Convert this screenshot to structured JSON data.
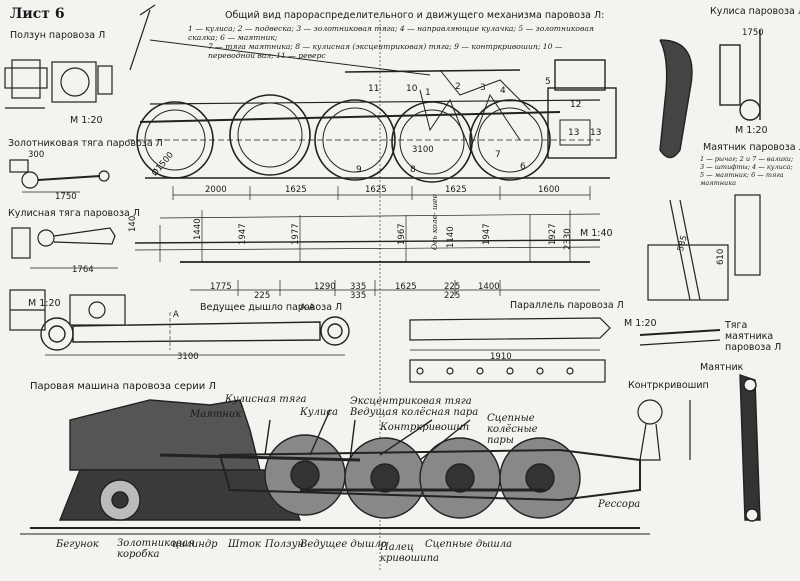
{
  "sheet": {
    "title": "Лист 6"
  },
  "main_view": {
    "title": "Общий вид парораспределительного и движущего механизма паровоза Л:",
    "legend_line1": "1 — кулиса; 2 — подвеска; 3 — золотниковая тяга; 4 — направляющие кулачка; 5 — золотниковая скалка; 6 — маятник;",
    "legend_line2": "7 — тяга маятника; 8 — кулисная (эксцентриковая) тяга; 9 — контркривошип; 10 — переводной вал; 11 — реверс",
    "part_numbers": [
      "1",
      "2",
      "3",
      "4",
      "5",
      "6",
      "7",
      "8",
      "9",
      "10",
      "11",
      "12",
      "13",
      "13"
    ],
    "dims_top": [
      "2000",
      "1625",
      "1625",
      "1625",
      "1600",
      "3100",
      "Ø1500"
    ],
    "dims_lower": [
      "1775",
      "225",
      "1290",
      "335",
      "1625",
      "225",
      "1400",
      "225",
      "335"
    ],
    "dims_vertical": [
      "140",
      "1440",
      "1947",
      "1977",
      "1967",
      "1140",
      "1947",
      "1927",
      "2330"
    ],
    "scale_vertical": "М 1:40",
    "note_vertical": "Ось коле- шее"
  },
  "slider": {
    "title": "Ползун паровоза Л",
    "scale": "М 1:20"
  },
  "valve_rod": {
    "title": "Золотниковая тяга паровоза Л",
    "dim1": "300",
    "dim2": "1750"
  },
  "link_rod": {
    "title": "Кулисная тяга паровоза Л",
    "dim": "1764"
  },
  "main_rod_left": {
    "scale": "М 1:20"
  },
  "main_rod": {
    "title": "Ведущее дышло паровоза Л",
    "dim": "3100",
    "section": "А-А",
    "mark_a": "А"
  },
  "crosshead_guide": {
    "title": "Параллель паровоза Л",
    "dim": "1910"
  },
  "return_crank": {
    "title": "Контркривошип"
  },
  "link_right": {
    "title": "Кулиса паровоза Л",
    "dim": "1750",
    "scale": "М 1:20"
  },
  "pendulum": {
    "title": "Маятник паровоза Л",
    "legend": "1 — рычаг; 2 и 7 — валики; 3 — штифты; 4 — кулиса; 5 — маятник; 6 — тяга маятника",
    "dims": [
      "585",
      "610"
    ]
  },
  "pendulum_rod": {
    "title": "Тяга маятника паровоза Л",
    "scale": "М 1:20"
  },
  "pendulum_small": {
    "title": "Маятник"
  },
  "engine": {
    "title": "Паровая машина паровоза серии Л",
    "labels": {
      "link_rod": "Кулисная тяга",
      "pendulum": "Маятник",
      "link": "Кулиса",
      "eccentric_rod": "Эксцентриковая тяга",
      "driving_pair": "Ведущая колёсная пара",
      "return_crank": "Контркривошип",
      "coupled_pairs": "Сцепные колёсные пары",
      "bogie": "Бегунок",
      "valve_box": "Золотниковая коробка",
      "cylinder": "цилиндр",
      "rod": "Шток",
      "slider": "Ползун",
      "main_rod": "Ведущее дышло",
      "crank_pin": "Палец кривошипа",
      "coupling_rods": "Сцепные дышла",
      "spring": "Рессора"
    }
  }
}
